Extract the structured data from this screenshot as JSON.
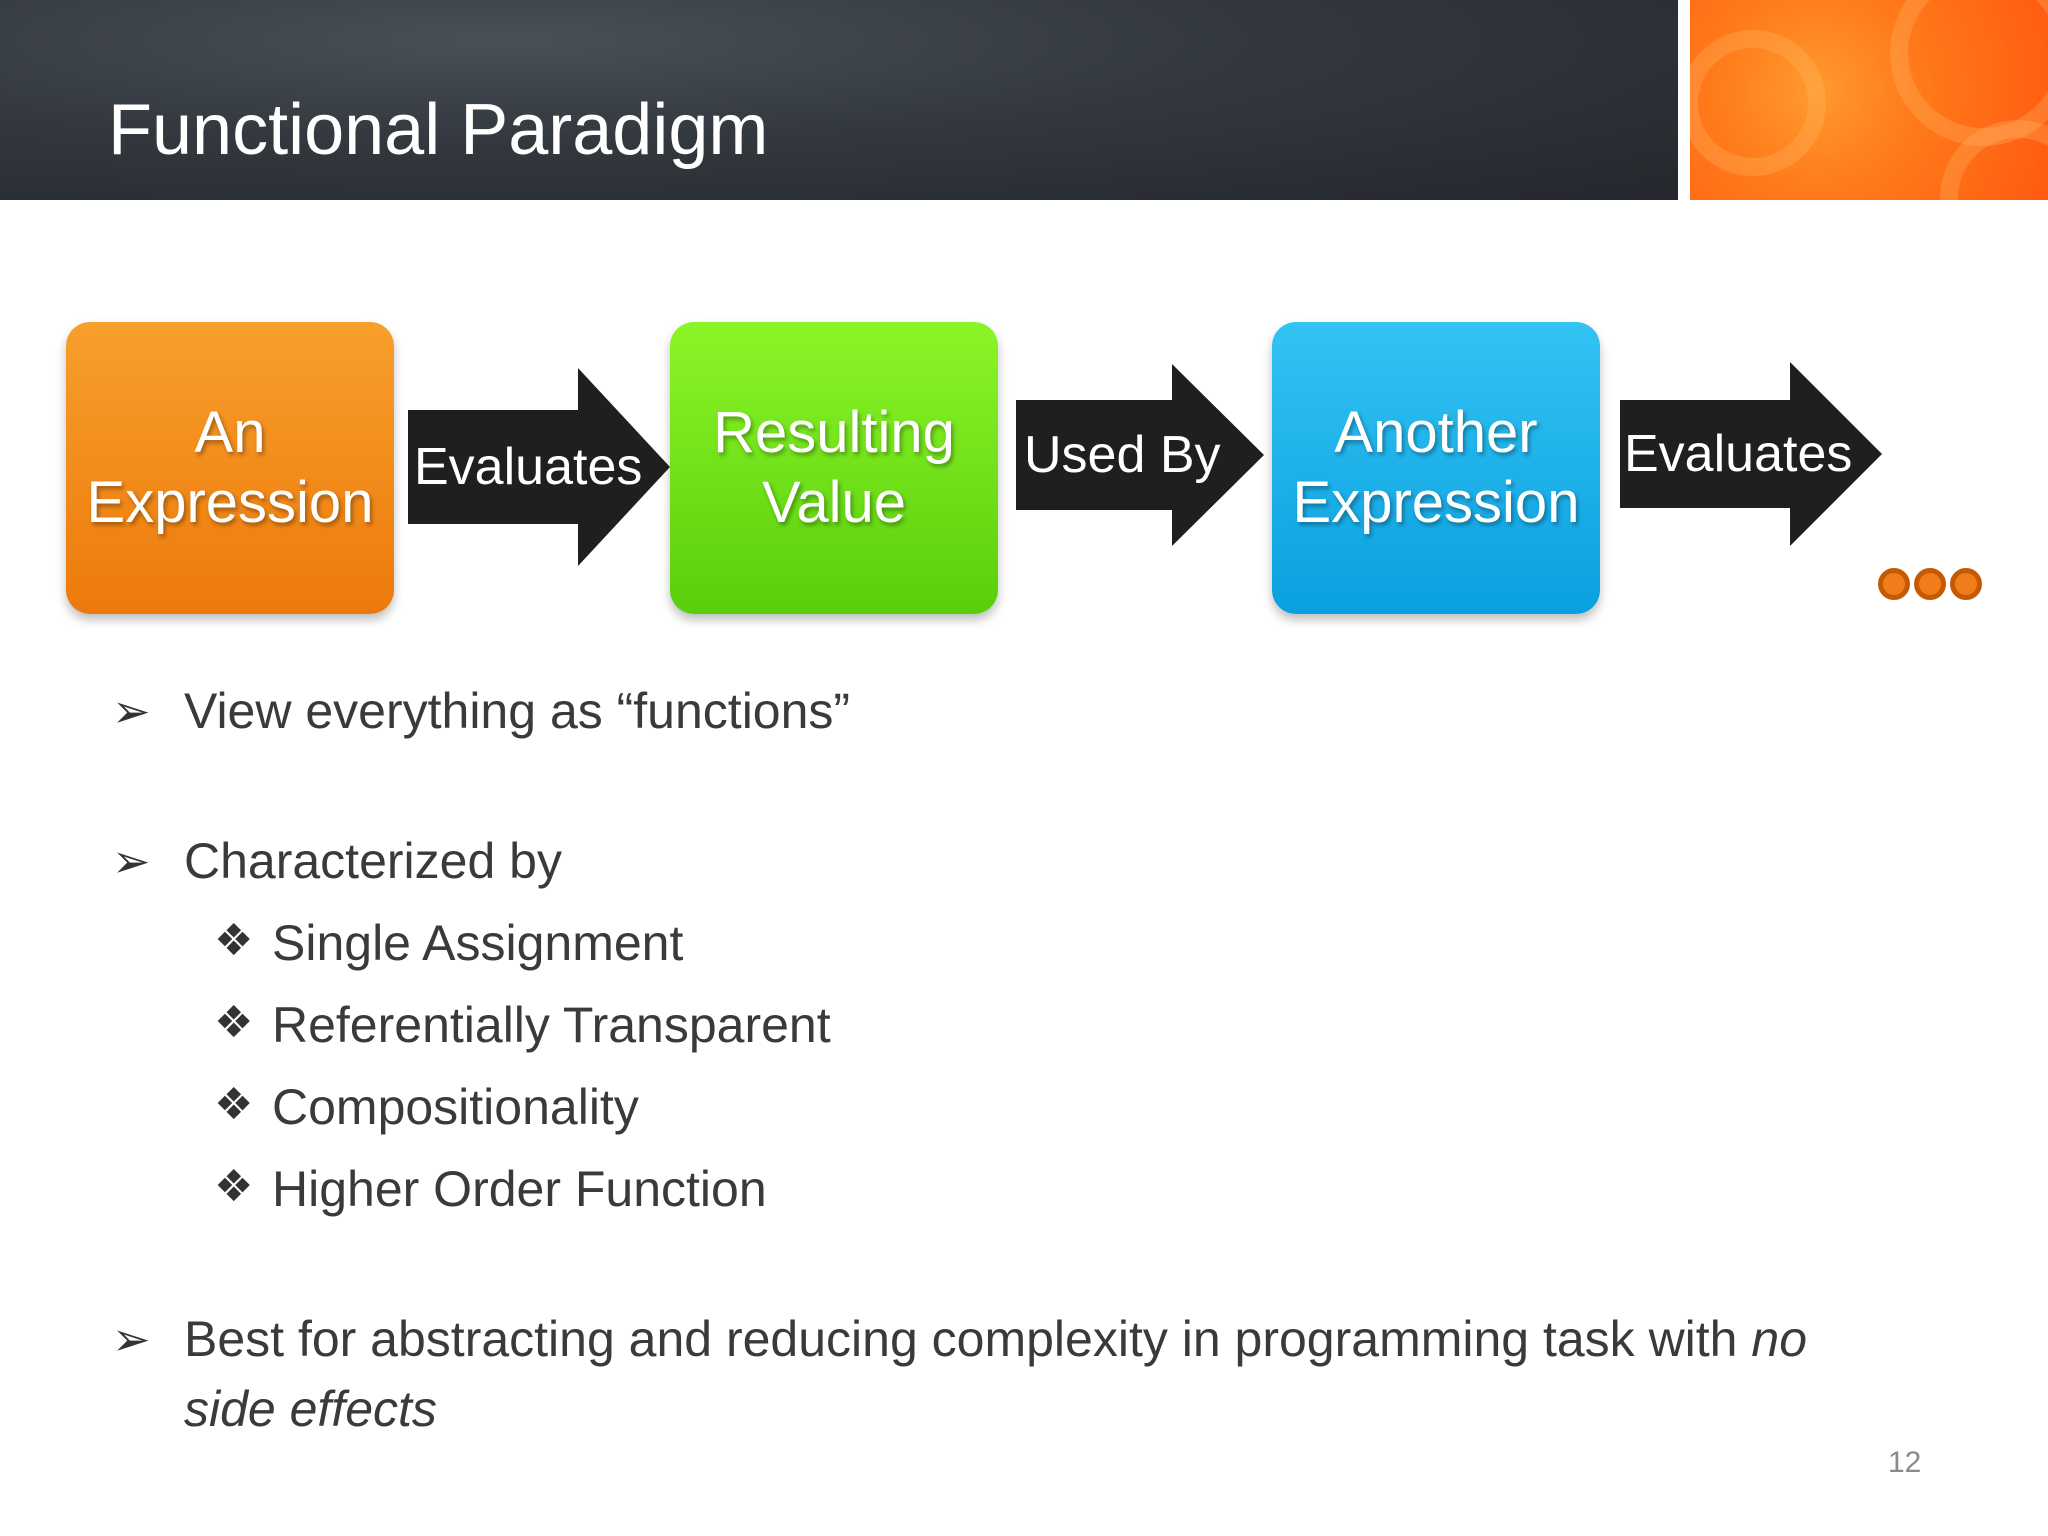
{
  "slide": {
    "title": "Functional Paradigm",
    "page_number": "12"
  },
  "flow": {
    "box1_lines": [
      "An",
      "Expression"
    ],
    "arrow1": "Evaluates",
    "box2_lines": [
      "Resulting",
      "Value"
    ],
    "arrow2": "Used By",
    "box3_lines": [
      "Another",
      "Expression"
    ],
    "arrow3": "Evaluates",
    "colors": {
      "orange": "#f08d1a",
      "green": "#6fe016",
      "blue": "#1ab4ec",
      "arrow": "#1f1f1f"
    },
    "continuation_icon": "ellipsis-dots-icon"
  },
  "bullets": {
    "b1": "View everything as “functions”",
    "b2": "Characterized by",
    "sub": [
      "Single Assignment",
      "Referentially Transparent",
      "Compositionality",
      "Higher Order Function"
    ],
    "b3_text": "Best for abstracting and reducing complexity in programming task with ",
    "b3_emphasis_1": "no",
    "b3_emphasis_2": "side effects",
    "bullet_icon": "arrowhead-bullet-icon",
    "sub_bullet_icon": "four-diamond-bullet-icon"
  }
}
